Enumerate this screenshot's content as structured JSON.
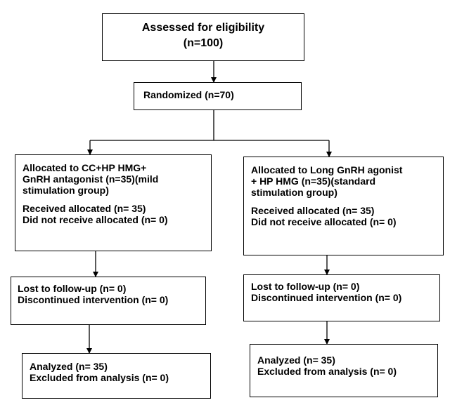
{
  "assessed": {
    "line1": "Assessed for eligibility",
    "line2": "(n=100)"
  },
  "randomized": {
    "label": "Randomized (n=70)"
  },
  "left_arm": {
    "allocation": {
      "line1": "Allocated to CC+HP HMG+",
      "line2": "GnRH antagonist (n=35)(mild",
      "line3": "stimulation group)",
      "received": "Received allocated (n= 35)",
      "not_received": "Did not receive allocated (n= 0)"
    },
    "followup": {
      "lost": "Lost to follow-up (n= 0)",
      "discontinued": "Discontinued intervention (n= 0)"
    },
    "analysis": {
      "analyzed": "Analyzed (n= 35)",
      "excluded": "Excluded from analysis (n= 0)"
    }
  },
  "right_arm": {
    "allocation": {
      "line1": "Allocated to Long GnRH agonist",
      "line2": "+ HP HMG (n=35)(standard",
      "line3": "stimulation group)",
      "received": "Received allocated (n= 35)",
      "not_received": "Did not receive allocated (n= 0)"
    },
    "followup": {
      "lost": "Lost to follow-up (n= 0)",
      "discontinued": "Discontinued intervention (n= 0)"
    },
    "analysis": {
      "analyzed": "Analyzed (n= 35)",
      "excluded": "Excluded from analysis (n= 0)"
    }
  }
}
